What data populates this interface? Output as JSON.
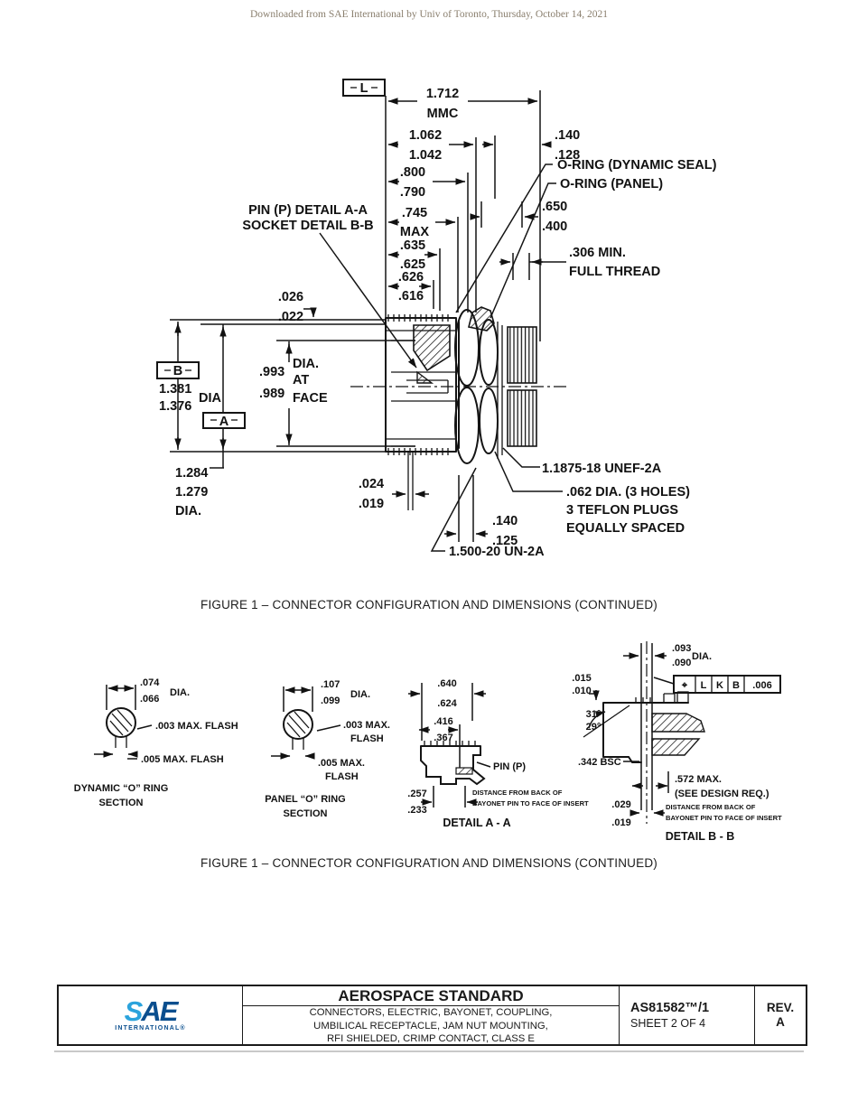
{
  "page": {
    "watermark": "Downloaded from SAE International by Univ of Toronto, Thursday, October 14, 2021"
  },
  "captions": {
    "caption1": "FIGURE 1 – CONNECTOR CONFIGURATION AND DIMENSIONS (CONTINUED)",
    "caption2": "FIGURE 1 – CONNECTOR CONFIGURATION AND DIMENSIONS (CONTINUED)"
  },
  "fig_main": {
    "datum_l": "L",
    "dim_1712": "1.712",
    "dim_1712_note": "MMC",
    "dim_1062": "1.062",
    "dim_1042": "1.042",
    "dim_140a": ".140",
    "dim_128": ".128",
    "dim_800": ".800",
    "dim_790": ".790",
    "oring_dynamic": "O-RING (DYNAMIC SEAL)",
    "oring_panel": "O-RING (PANEL)",
    "pin_detail_1": "PIN (P) DETAIL A-A",
    "pin_detail_2": "SOCKET DETAIL B-B",
    "dim_745": ".745",
    "dim_745_note": "MAX",
    "dim_650": ".650",
    "dim_400": ".400",
    "dim_635": ".635",
    "dim_625": ".625",
    "dim_626": ".626",
    "dim_616": ".616",
    "thread_min_1": ".306 MIN.",
    "thread_min_2": "FULL THREAD",
    "dim_026": ".026",
    "dim_022": ".022",
    "datum_b": "B",
    "dim_1381": "1.381",
    "dim_1376": "1.376",
    "dia_label": "DIA",
    "dim_993": ".993",
    "dim_989": ".989",
    "at_face_1": "DIA.",
    "at_face_2": "AT",
    "at_face_3": "FACE",
    "datum_a": "A",
    "dim_1284": "1.284",
    "dim_1279": "1.279",
    "dia_label2": "DIA.",
    "dim_024": ".024",
    "dim_019": ".019",
    "thread_unef": "1.1875-18 UNEF-2A",
    "holes_1": ".062 DIA. (3 HOLES)",
    "holes_2": "3 TEFLON PLUGS",
    "holes_3": "EQUALLY SPACED",
    "dim_140b": ".140",
    "dim_125": ".125",
    "thread_un": "1.500-20 UN-2A"
  },
  "fig_details": {
    "dyn": {
      "d1": ".074",
      "d2": ".066",
      "dia": "DIA.",
      "flash1": ".003 MAX. FLASH",
      "flash2": ".005 MAX. FLASH",
      "label1": "DYNAMIC “O” RING",
      "label2": "SECTION"
    },
    "panel": {
      "d1": ".107",
      "d2": ".099",
      "dia": "DIA.",
      "flash1a": ".003 MAX.",
      "flash1b": "FLASH",
      "flash2a": ".005 MAX.",
      "flash2b": "FLASH",
      "label1": "PANEL “O” RING",
      "label2": "SECTION"
    },
    "detail_a": {
      "d640": ".640",
      "d624": ".624",
      "d416": ".416",
      "d367": ".367",
      "pin": "PIN (P)",
      "d257": ".257",
      "d233": ".233",
      "note1": "DISTANCE FROM BACK OF",
      "note2": "BAYONET PIN TO FACE OF INSERT",
      "label": "DETAIL A - A"
    },
    "detail_b": {
      "d093": ".093",
      "d090": ".090",
      "dia": "DIA.",
      "fcf_sym": "⌖",
      "fcf_l": "L",
      "fcf_k": "K",
      "fcf_b": "B",
      "fcf_tol": ".006",
      "d015": ".015",
      "d010": ".010",
      "a31": "31°",
      "a29": "29°",
      "d342": ".342 BSC",
      "d572a": ".572 MAX.",
      "d572b": "(SEE DESIGN REQ.)",
      "d029": ".029",
      "d019": ".019",
      "note1": "DISTANCE FROM BACK OF",
      "note2": "BAYONET PIN TO FACE OF INSERT",
      "label": "DETAIL B - B"
    }
  },
  "footer": {
    "logo_s": "S",
    "logo_a": "A",
    "logo_e": "E",
    "logo_sub": "INTERNATIONAL®",
    "title": "AEROSPACE STANDARD",
    "subtitle1": "CONNECTORS, ELECTRIC, BAYONET, COUPLING,",
    "subtitle2": "UMBILICAL RECEPTACLE, JAM NUT MOUNTING,",
    "subtitle3": "RFI SHIELDED, CRIMP CONTACT, CLASS E",
    "doc_number": "AS81582™/1",
    "sheet": "SHEET 2 OF 4",
    "rev_label": "REV.",
    "rev_value": "A"
  },
  "colors": {
    "sae_light_blue": "#2BA3DC",
    "sae_dark_blue": "#0A4E8E",
    "ink": "#141414",
    "watermark_gray": "#8a7f6e"
  }
}
